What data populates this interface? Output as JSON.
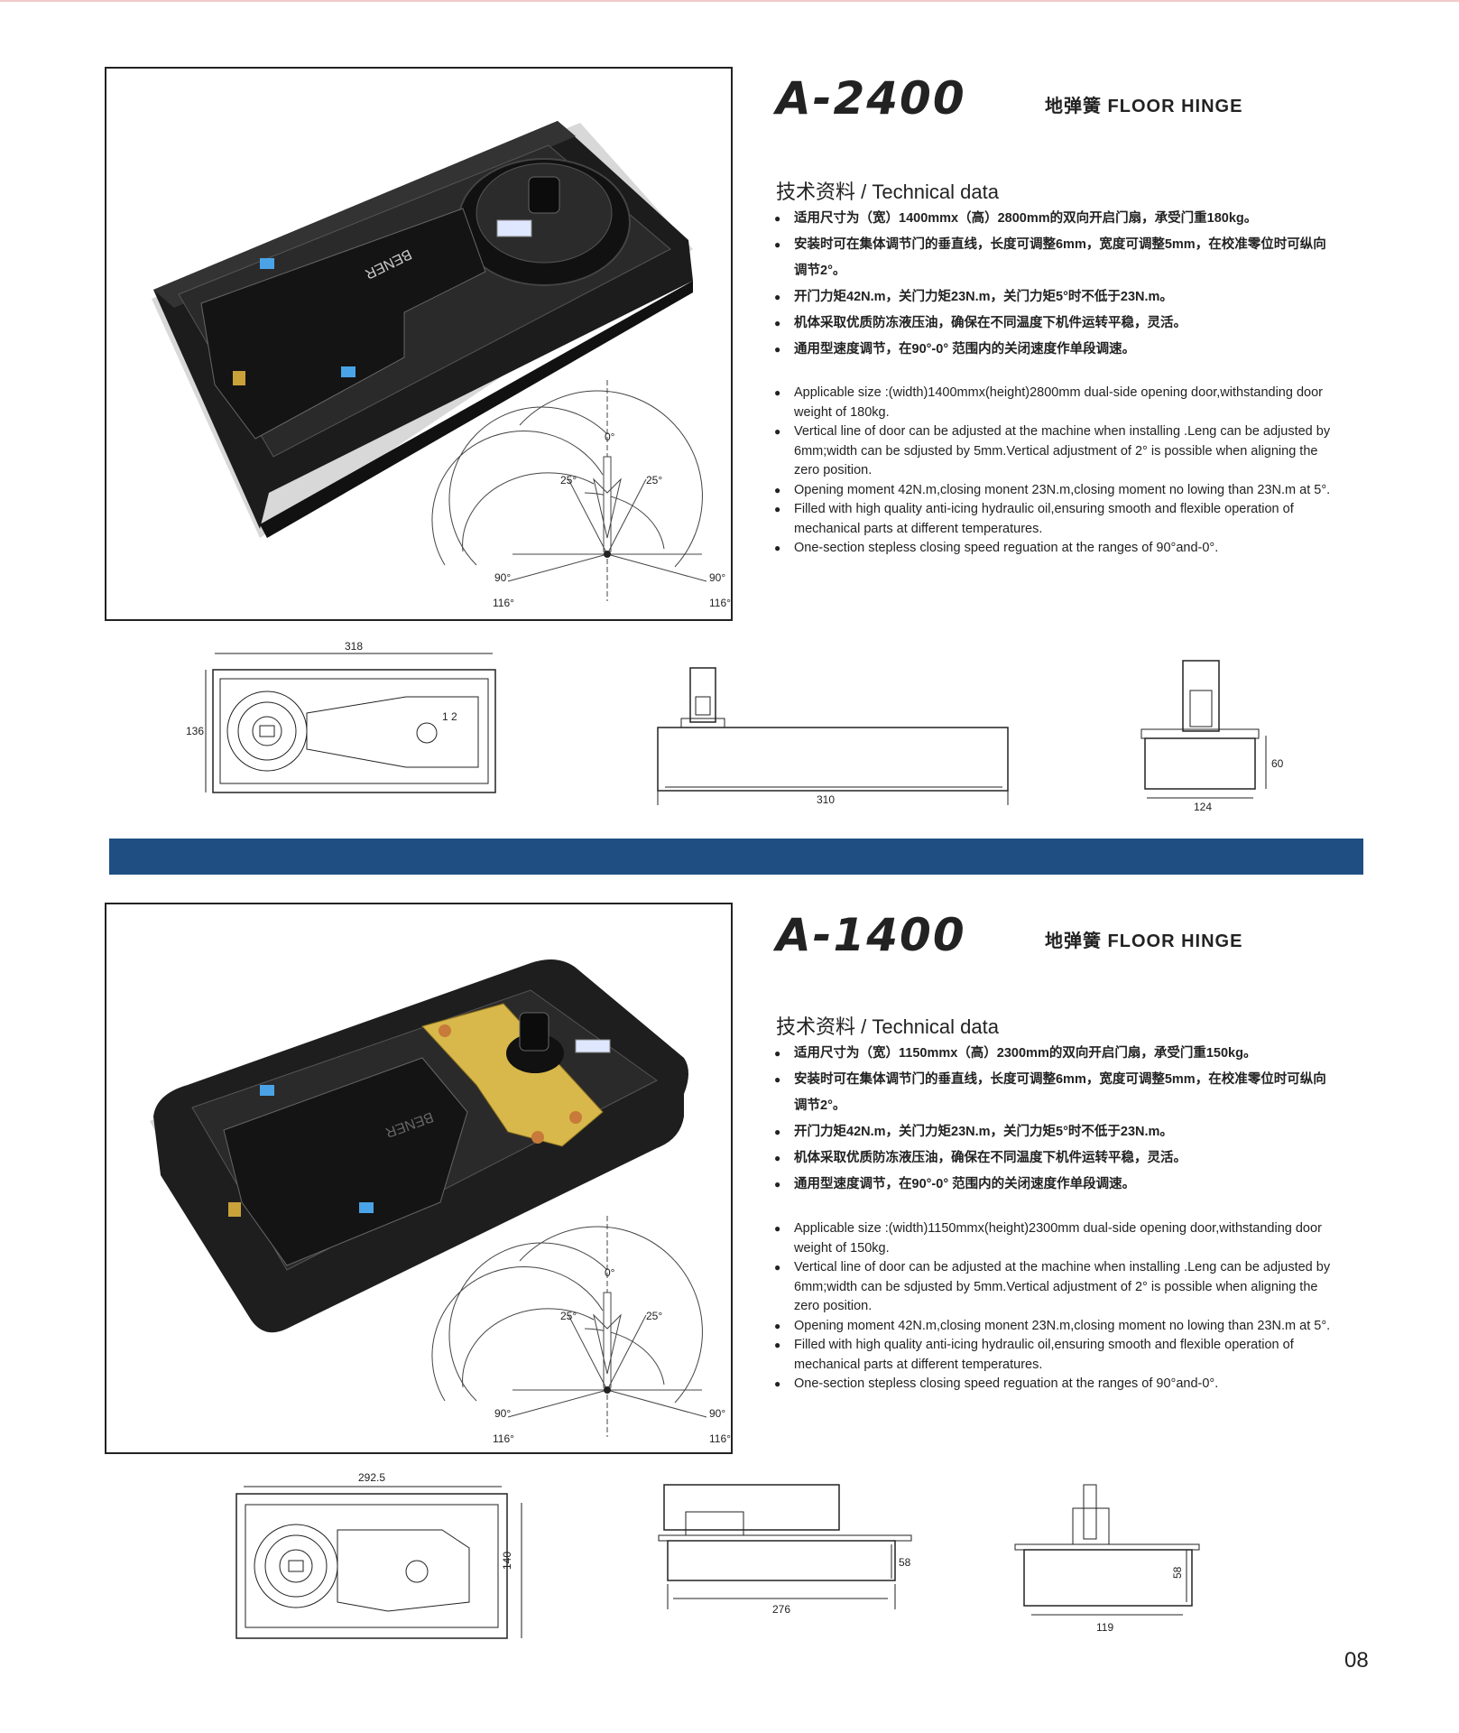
{
  "products": [
    {
      "model": "A-2400",
      "subtitle": "地弹簧  FLOOR HINGE",
      "tech_title": "技术资料  /  Technical data",
      "specs_cn": [
        "适用尺寸为（宽）1400mmx（高）2800mm的双向开启门扇，承受门重180kg。",
        "安装时可在集体调节门的垂直线，长度可调整6mm，宽度可调整5mm，在校准零位时可纵向调节2°。",
        "开门力矩42N.m，关门力矩23N.m，关门力矩5°时不低于23N.m。",
        "机体采取优质防冻液压油，确保在不同温度下机件运转平稳，灵活。",
        "通用型速度调节，在90°-0° 范围内的关闭速度作单段调速。"
      ],
      "specs_en": [
        "Applicable size :(width)1400mmx(height)2800mm dual-side opening door,withstanding door weight of 180kg.",
        "Vertical line of door can be adjusted at the machine when installing .Leng can be adjusted by 6mm;width can be sdjusted by 5mm.Vertical adjustment of   2° is possible when aligning the zero position.",
        "Opening moment 42N.m,closing monent 23N.m,closing moment no lowing than 23N.m at 5°.",
        "Filled with high quality anti-icing hydraulic oil,ensuring smooth and flexible operation of mechanical parts at different temperatures.",
        "One-section stepless closing speed reguation at the ranges of 90°and-0°."
      ],
      "brand_label": "BENER",
      "angles": {
        "top": "0°",
        "left_upper": "25°",
        "right_upper": "25°",
        "left_mid": "90°",
        "right_mid": "90°",
        "left_low": "116°",
        "right_low": "116°"
      },
      "dims": {
        "top_width": "318",
        "top_height": "136",
        "marks": "1  2",
        "side_length": "310",
        "end_width": "124",
        "end_height": "60"
      }
    },
    {
      "model": "A-1400",
      "subtitle": "地弹簧  FLOOR HINGE",
      "tech_title": "技术资料  /  Technical data",
      "specs_cn": [
        "适用尺寸为（宽）1150mmx（高）2300mm的双向开启门扇，承受门重150kg。",
        "安装时可在集体调节门的垂直线，长度可调整6mm，宽度可调整5mm，在校准零位时可纵向调节2°。",
        "开门力矩42N.m，关门力矩23N.m，关门力矩5°时不低于23N.m。",
        "机体采取优质防冻液压油，确保在不同温度下机件运转平稳，灵活。",
        "通用型速度调节，在90°-0° 范围内的关闭速度作单段调速。"
      ],
      "specs_en": [
        "Applicable size :(width)1150mmx(height)2300mm dual-side opening door,withstanding door weight of 150kg.",
        "Vertical line of door can be adjusted at the machine when installing .Leng can be adjusted by 6mm;width can be sdjusted by 5mm.Vertical adjustment of   2° is possible when aligning the zero position.",
        "Opening moment 42N.m,closing monent 23N.m,closing moment no lowing than 23N.m at 5°.",
        "Filled with high quality anti-icing hydraulic oil,ensuring smooth and flexible operation of mechanical parts at different temperatures.",
        "One-section stepless closing speed reguation at the ranges of 90°and-0°."
      ],
      "brand_label": "BENER",
      "angles": {
        "top": "0°",
        "left_upper": "25°",
        "right_upper": "25°",
        "left_mid": "90°",
        "right_mid": "90°",
        "left_low": "116°",
        "right_low": "116°"
      },
      "dims": {
        "top_width": "292.5",
        "top_height": "140",
        "side_length": "276",
        "side_height": "58",
        "end_width": "119",
        "end_height": "58"
      }
    }
  ],
  "page_number": "08",
  "colors": {
    "divider": "#1f4e83",
    "body_black": "#1c1c1c",
    "bracket_gold": "#d8b84a"
  }
}
